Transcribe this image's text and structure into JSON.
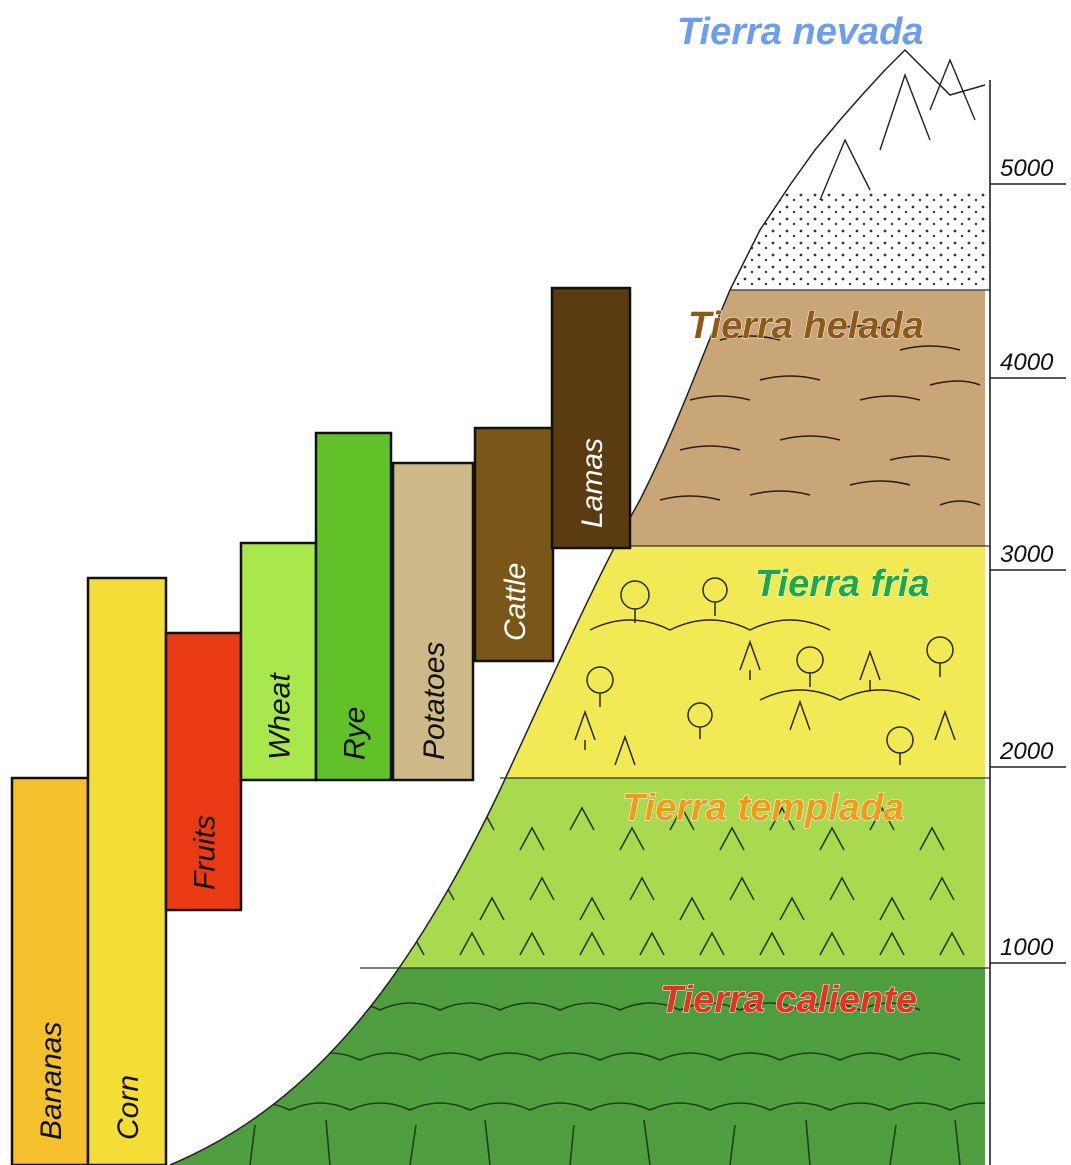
{
  "zones": {
    "nevada": {
      "name": "Tierra nevada",
      "color": "#6e9cf0"
    },
    "helada": {
      "name": "Tierra helada",
      "color": "#8a5a16",
      "fill": "#c9a678"
    },
    "fria": {
      "name": "Tierra fria",
      "color": "#1fa84b",
      "fill": "#f2ea55"
    },
    "templada": {
      "name": "Tierra templada",
      "color": "#f39a1d",
      "fill": "#a9d94e"
    },
    "caliente": {
      "name": "Tierra caliente",
      "color": "#e8321f",
      "fill": "#4e9e3f"
    }
  },
  "altitude_ticks": [
    "5000",
    "4000",
    "3000",
    "2000",
    "1000"
  ],
  "crops": [
    {
      "label": "Bananas",
      "color": "#f4c02c"
    },
    {
      "label": "Corn",
      "color": "#f4de36"
    },
    {
      "label": "Fruits",
      "color": "#ea3a14"
    },
    {
      "label": "Wheat",
      "color": "#a8e84c"
    },
    {
      "label": "Rye",
      "color": "#62c028"
    },
    {
      "label": "Potatoes",
      "color": "#cdba88"
    },
    {
      "label": "Cattle",
      "color": "#7a5718"
    },
    {
      "label": "Lamas",
      "color": "#5a3c10"
    }
  ]
}
